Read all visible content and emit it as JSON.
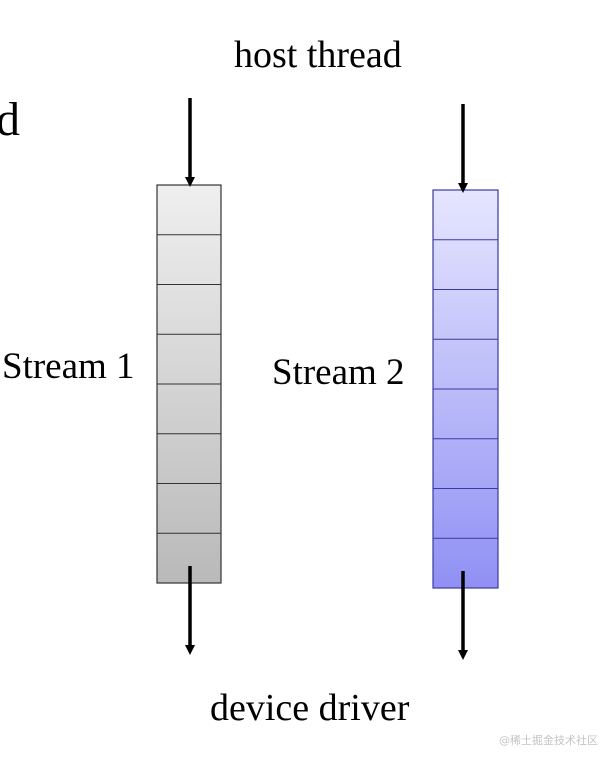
{
  "labels": {
    "top": "host thread",
    "left_fragment": "d",
    "stream1": "Stream 1",
    "stream2": "Stream 2",
    "bottom": "device driver"
  },
  "streams": [
    {
      "name": "Stream 1",
      "cells": 8,
      "gradient_top": "#efefef",
      "gradient_bottom": "#b9b9b9",
      "stroke": "#333333"
    },
    {
      "name": "Stream 2",
      "cells": 8,
      "gradient_top": "#e6e6ff",
      "gradient_bottom": "#9090f4",
      "stroke": "#3a3aa0"
    }
  ],
  "watermark": "@稀土掘金技术社区"
}
